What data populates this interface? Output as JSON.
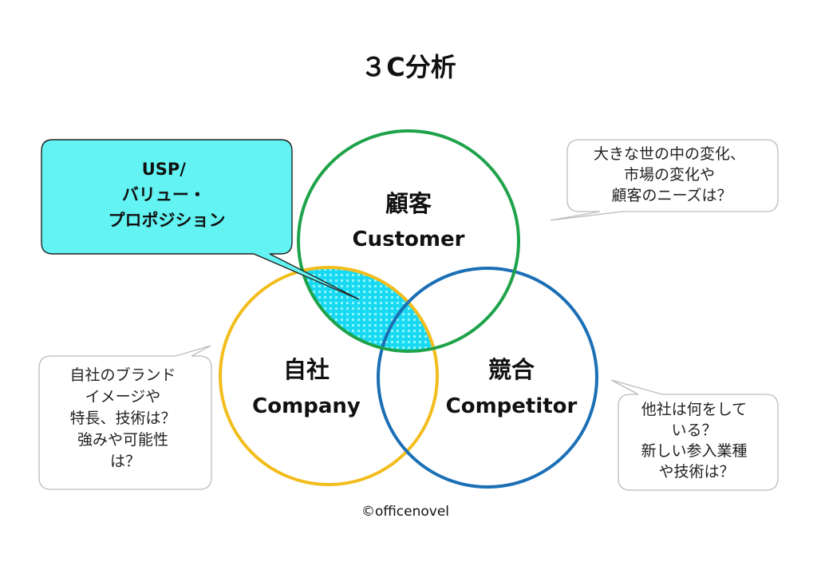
{
  "title": "３C分析",
  "circles": {
    "customer": {
      "name_jp": "顧客",
      "name_en": "Customer",
      "color": "#1fa34a"
    },
    "company": {
      "name_jp": "自社",
      "name_en": "Company",
      "color": "#f2bd1d"
    },
    "competitor": {
      "name_jp": "競合",
      "name_en": "Competitor",
      "color": "#1b6fb5"
    }
  },
  "usp_callout": {
    "lines": [
      "USP/",
      "バリュー・",
      "プロポジション"
    ],
    "fill_color": "#63f3f3",
    "highlight_color": "#19d9f2"
  },
  "bubbles": {
    "customer_note": {
      "lines": [
        "大きな世の中の変化、",
        "市場の変化や",
        "顧客のニーズは？"
      ]
    },
    "company_note": {
      "lines": [
        "自社のブランド",
        "イメージや",
        "特長、技術は？",
        "強みや可能性",
        "は？"
      ]
    },
    "competitor_note": {
      "lines": [
        "他社は何をして",
        "いる？",
        "新しい参入業種",
        "や技術は？"
      ]
    }
  },
  "credit": "©officenovel"
}
